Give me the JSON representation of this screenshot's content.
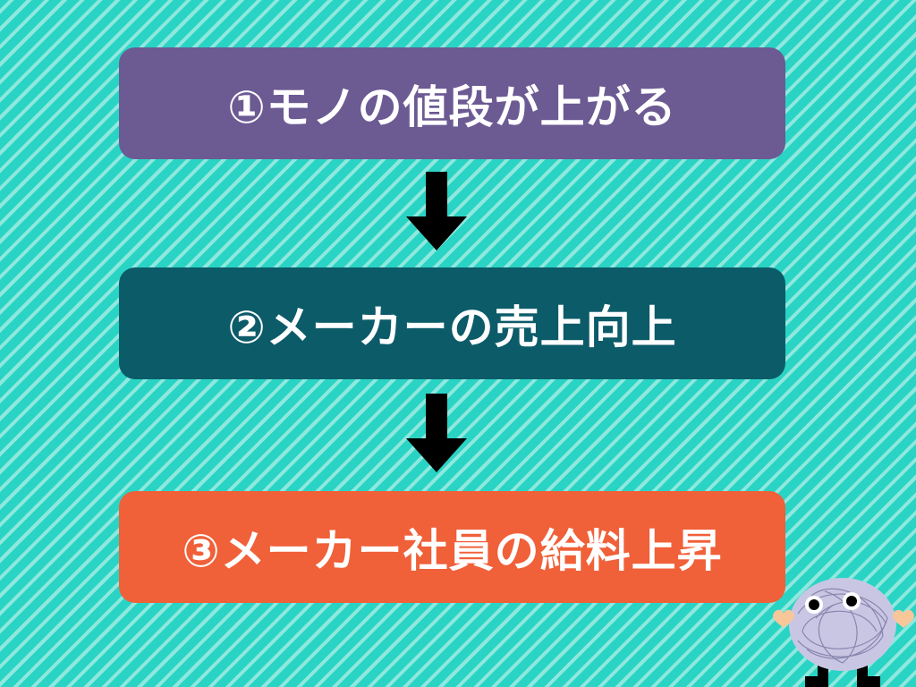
{
  "steps": [
    {
      "label": "①モノの値段が上がる",
      "color": "#6c5a93"
    },
    {
      "label": "②メーカーの売上向上",
      "color": "#0c5b69"
    },
    {
      "label": "③メーカー社員の給料上昇",
      "color": "#f06039"
    }
  ],
  "arrow_color": "#000000",
  "mascot": {
    "body_color": "#c9c6e4",
    "hand_color": "#f7c79a"
  }
}
